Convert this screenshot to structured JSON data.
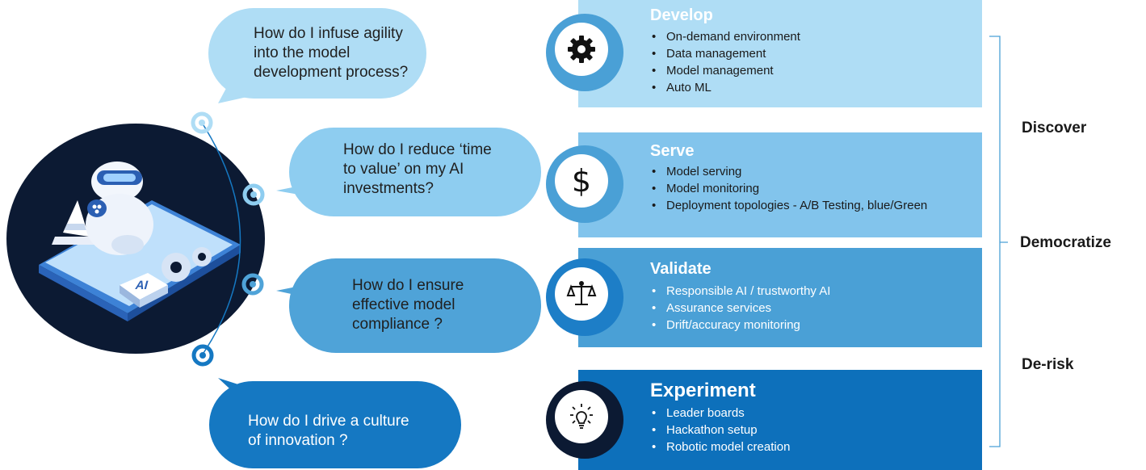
{
  "questions": [
    {
      "lines": [
        "How do I infuse agility",
        "into the model",
        "development process?"
      ]
    },
    {
      "lines": [
        "How do I reduce ‘time",
        "to value’ on  my AI",
        "investments?"
      ]
    },
    {
      "lines": [
        "How do I ensure",
        "effective model",
        "compliance ?"
      ]
    },
    {
      "lines": [
        "How do I drive a culture",
        "of innovation ?"
      ]
    }
  ],
  "stages": [
    {
      "title": "Develop",
      "icon": "gear-icon",
      "items": [
        "On-demand environment",
        "Data management",
        "Model management",
        "Auto ML"
      ]
    },
    {
      "title": "Serve",
      "icon": "dollar-icon",
      "items": [
        "Model serving",
        " Model monitoring",
        "Deployment topologies - A/B Testing, blue/Green"
      ]
    },
    {
      "title": "Validate",
      "icon": "scales-icon",
      "items": [
        "Responsible AI / trustworthy AI",
        "Assurance services",
        "Drift/accuracy monitoring"
      ]
    },
    {
      "title": "Experiment",
      "icon": "lightbulb-icon",
      "items": [
        "Leader boards",
        "Hackathon setup",
        "Robotic model creation"
      ]
    }
  ],
  "outcomes": [
    "Discover",
    "Democratize",
    "De-risk"
  ],
  "robot_badge": "AI",
  "colors": {
    "light": "#afddf5",
    "mid_light": "#82c4ec",
    "mid": "#4aa0d6",
    "dark": "#0d70bb",
    "navy": "#0c1a33"
  }
}
